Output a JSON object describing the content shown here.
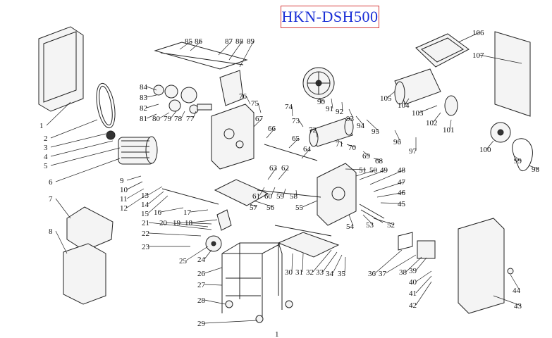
{
  "title": "HKN-DSH500",
  "callouts": [
    "1",
    "2",
    "3",
    "4",
    "5",
    "6",
    "7",
    "8",
    "9",
    "10",
    "11",
    "12",
    "13",
    "14",
    "15",
    "16",
    "17",
    "18",
    "19",
    "20",
    "21",
    "22",
    "23",
    "24",
    "25",
    "26",
    "27",
    "28",
    "29",
    "30",
    "31",
    "32",
    "33",
    "34",
    "35",
    "36",
    "37",
    "38",
    "39",
    "40",
    "41",
    "42",
    "43",
    "44",
    "45",
    "46",
    "47",
    "48",
    "49",
    "50",
    "51",
    "52",
    "53",
    "54",
    "55",
    "56",
    "57",
    "58",
    "59",
    "60",
    "61",
    "62",
    "63",
    "64",
    "65",
    "66",
    "67",
    "68",
    "69",
    "70",
    "71",
    "72",
    "73",
    "74",
    "75",
    "76",
    "77",
    "78",
    "79",
    "80",
    "81",
    "82",
    "83",
    "84",
    "85",
    "86",
    "87",
    "88",
    "89",
    "90",
    "91",
    "92",
    "93",
    "94",
    "95",
    "96",
    "97",
    "98",
    "99",
    "100",
    "101",
    "102",
    "103",
    "104",
    "105",
    "106",
    "107"
  ],
  "footer_mark": "1"
}
